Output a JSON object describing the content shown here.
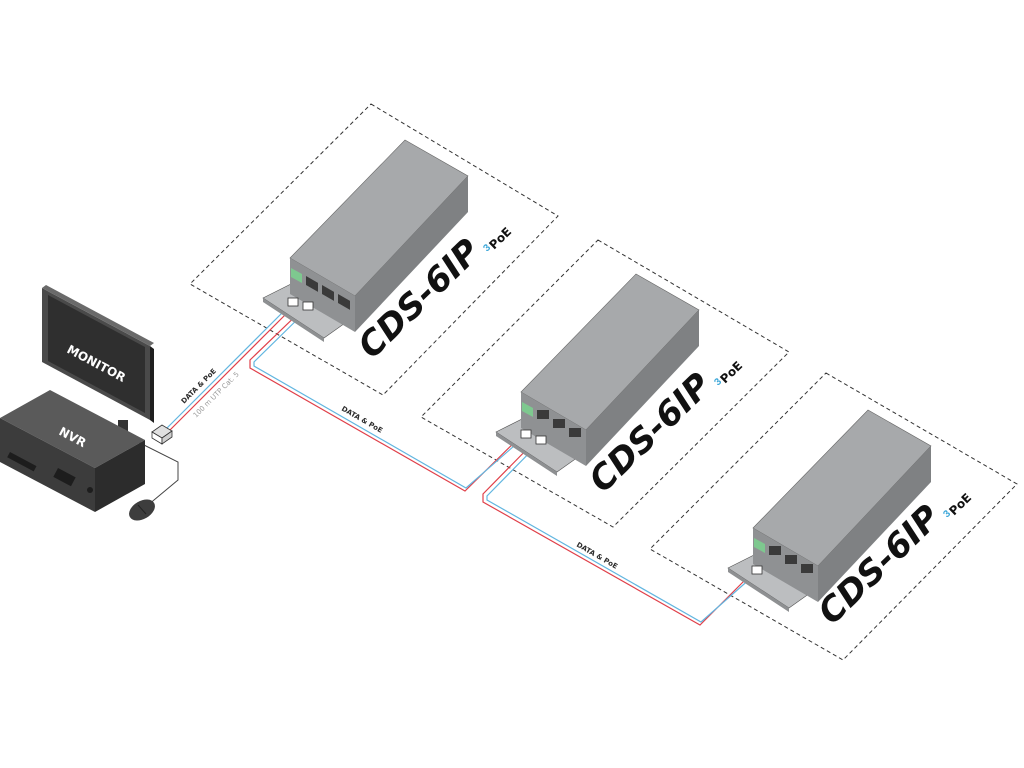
{
  "monitor": {
    "label": "MONITOR"
  },
  "nvr": {
    "label": "NVR"
  },
  "links": [
    {
      "text": "DATA & PoE",
      "sub": "100 m UTP Cat. 5"
    },
    {
      "text": "DATA & PoE"
    },
    {
      "text": "DATA & PoE"
    }
  ],
  "devices": [
    {
      "brand": "CDS-6IP",
      "badge_num": "3",
      "badge": "PoE"
    },
    {
      "brand": "CDS-6IP",
      "badge_num": "3",
      "badge": "PoE"
    },
    {
      "brand": "CDS-6IP",
      "badge_num": "3",
      "badge": "PoE"
    }
  ],
  "colors": {
    "cable_red": "#e0404a",
    "cable_blue": "#62b6e0",
    "device_gray": "#a7a9ab",
    "terminal_green": "#7ec88f"
  }
}
